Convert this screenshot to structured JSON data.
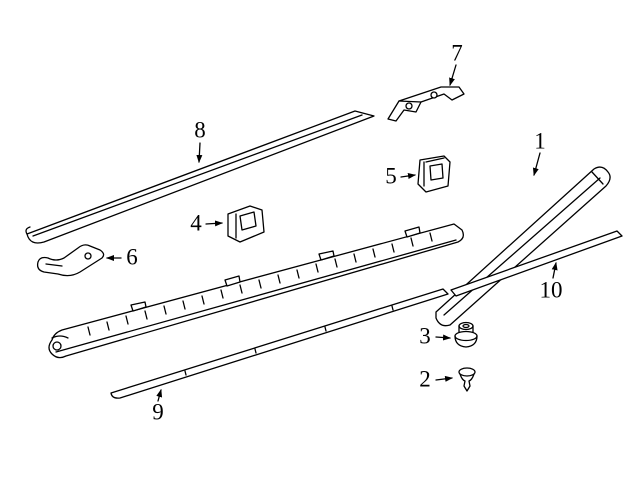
{
  "diagram": {
    "description": "Exploded parts diagram of rocker panel / side sill moldings with numbered callouts",
    "colors": {
      "background": "#ffffff",
      "line": "#000000"
    },
    "callouts": [
      {
        "label": "1"
      },
      {
        "label": "2"
      },
      {
        "label": "3"
      },
      {
        "label": "4"
      },
      {
        "label": "5"
      },
      {
        "label": "6"
      },
      {
        "label": "7"
      },
      {
        "label": "8"
      },
      {
        "label": "9"
      },
      {
        "label": "10"
      }
    ]
  }
}
